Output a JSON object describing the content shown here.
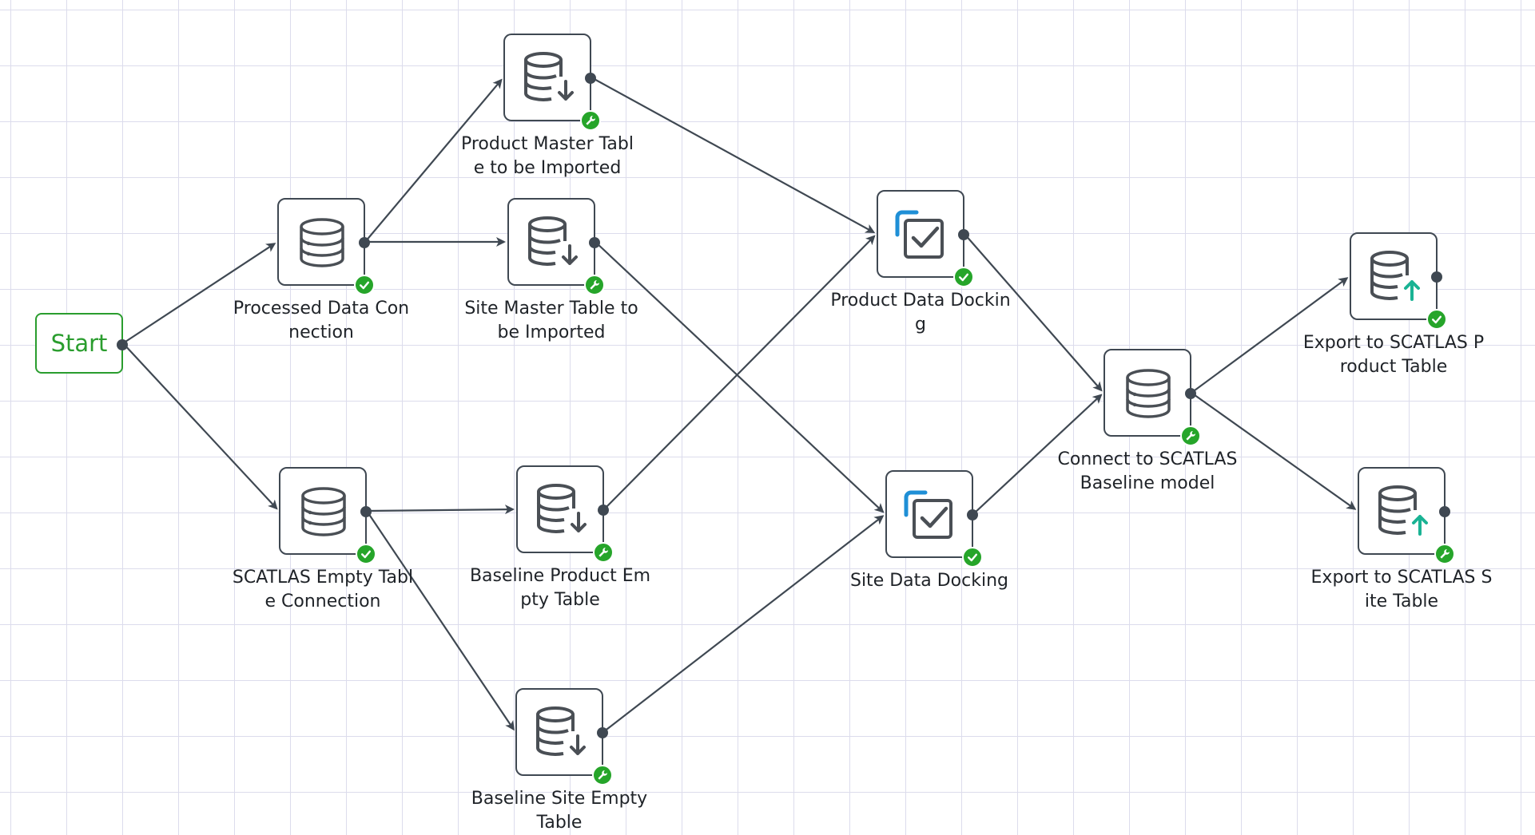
{
  "colors": {
    "edge": "#3f4852",
    "grid": "#dcdcec",
    "status_ok": "#26a52a",
    "start": "#2a9d2e",
    "docking_accent": "#1f8fd6",
    "export_arrow": "#1ab394"
  },
  "start": {
    "label": "Start"
  },
  "nodes": [
    {
      "id": "processed",
      "label": "Processed Data Con\nnection",
      "icon": "database-icon",
      "status": "check-icon"
    },
    {
      "id": "scatlas_empty",
      "label": "SCATLAS Empty Tabl\ne Connection",
      "icon": "database-icon",
      "status": "check-icon"
    },
    {
      "id": "product_master",
      "label": "Product Master Tabl\ne to be Imported",
      "icon": "database-import-icon",
      "status": "wrench-icon"
    },
    {
      "id": "site_master",
      "label": "Site Master Table to\nbe Imported",
      "icon": "database-import-icon",
      "status": "wrench-icon"
    },
    {
      "id": "baseline_product",
      "label": "Baseline Product Em\npty Table",
      "icon": "database-import-icon",
      "status": "wrench-icon"
    },
    {
      "id": "baseline_site",
      "label": "Baseline Site Empty\nTable",
      "icon": "database-import-icon",
      "status": "wrench-icon"
    },
    {
      "id": "product_docking",
      "label": "Product Data Dockin\ng",
      "icon": "docking-icon",
      "status": "check-icon"
    },
    {
      "id": "site_docking",
      "label": "Site Data Docking",
      "icon": "docking-icon",
      "status": "check-icon"
    },
    {
      "id": "connect_baseline",
      "label": "Connect to SCATLAS\nBaseline model",
      "icon": "database-icon",
      "status": "wrench-icon"
    },
    {
      "id": "export_product",
      "label": "Export to SCATLAS P\nroduct Table",
      "icon": "database-export-icon",
      "status": "check-icon"
    },
    {
      "id": "export_site",
      "label": "Export to SCATLAS S\nite Table",
      "icon": "database-export-icon",
      "status": "wrench-icon"
    }
  ],
  "edges": [
    [
      "start",
      "processed"
    ],
    [
      "start",
      "scatlas_empty"
    ],
    [
      "processed",
      "product_master"
    ],
    [
      "processed",
      "site_master"
    ],
    [
      "scatlas_empty",
      "baseline_product"
    ],
    [
      "scatlas_empty",
      "baseline_site"
    ],
    [
      "product_master",
      "product_docking"
    ],
    [
      "baseline_product",
      "product_docking"
    ],
    [
      "site_master",
      "site_docking"
    ],
    [
      "baseline_site",
      "site_docking"
    ],
    [
      "product_docking",
      "connect_baseline"
    ],
    [
      "site_docking",
      "connect_baseline"
    ],
    [
      "connect_baseline",
      "export_product"
    ],
    [
      "connect_baseline",
      "export_site"
    ]
  ]
}
